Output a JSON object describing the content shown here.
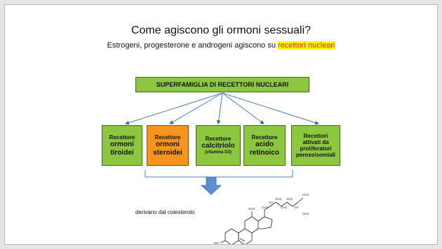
{
  "slide": {
    "title": "Come agiscono gli ormoni sessuali?",
    "subtitle_text": "Estrogeni, progesterone e androgeni agiscono su ",
    "subtitle_highlight": "recettori nucleari"
  },
  "diagram": {
    "superfamily": "SUPERFAMIGLIA DI RECETTORI NUCLEARI",
    "receptors": [
      {
        "line1": "Recettore",
        "line2": "ormoni",
        "line3": "tiroidei",
        "color": "#8dc63f"
      },
      {
        "line1": "Recettore",
        "line2": "ormoni",
        "line3": "steroidei",
        "color": "#f7941d"
      },
      {
        "line1": "Recettore",
        "line2": "calcitriolo",
        "line3": "(vitamina D3)",
        "color": "#8dc63f"
      },
      {
        "line1": "Recettore",
        "line2": "acido",
        "line3": "retinoico",
        "color": "#8dc63f"
      },
      {
        "line1": "Recettori",
        "line2": "attivati da",
        "line3": "proliferatori",
        "line4": "perossisomiali",
        "color": "#8dc63f"
      }
    ],
    "derivation": "derivano dal colesterolo"
  },
  "molecule": {
    "labels": [
      "CH3",
      "CH3",
      "CH",
      "CH2",
      "CH2",
      "CH2",
      "CH",
      "CH3",
      "CH3",
      "HO"
    ]
  }
}
